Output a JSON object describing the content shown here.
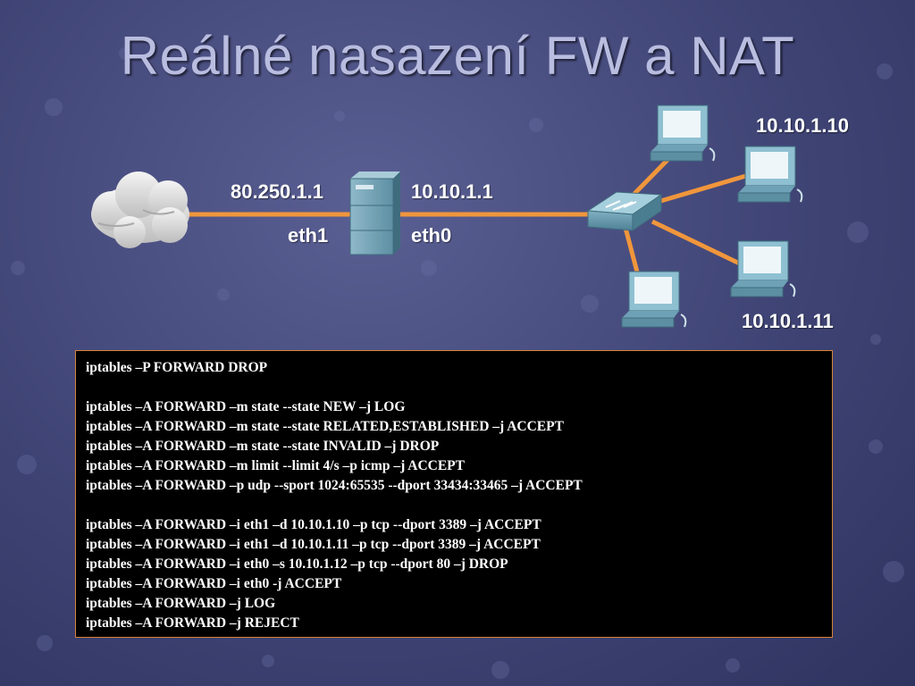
{
  "title": "Reálné nasazení FW a NAT",
  "diagram": {
    "cloud_icon": "internet-cloud-icon",
    "firewall_icon": "server-tower-icon",
    "switch_icon": "switch-icon",
    "pc_icon": "workstation-icon",
    "link_color": "#f0963c",
    "labels": {
      "outer_ip": "80.250.1.1",
      "outer_iface": "eth1",
      "inner_ip": "10.10.1.1",
      "inner_iface": "eth0",
      "pc1_ip": "10.10.1.10",
      "pc2_ip": "10.10.1.11"
    }
  },
  "rules": [
    "iptables –P FORWARD DROP",
    "",
    "iptables –A FORWARD –m state --state NEW –j LOG",
    "iptables –A FORWARD –m state --state RELATED,ESTABLISHED –j ACCEPT",
    "iptables –A FORWARD –m state --state INVALID –j DROP",
    "iptables –A FORWARD –m limit --limit 4/s –p icmp –j ACCEPT",
    "iptables –A FORWARD –p udp --sport 1024:65535 --dport 33434:33465 –j ACCEPT",
    "",
    "iptables –A FORWARD –i eth1 –d 10.10.1.10 –p tcp --dport 3389 –j ACCEPT",
    "iptables –A FORWARD –i eth1 –d 10.10.1.11 –p tcp --dport 3389 –j ACCEPT",
    "iptables –A FORWARD –i eth0 –s 10.10.1.12 –p tcp --dport 80 –j DROP",
    "iptables –A FORWARD –i eth0 -j ACCEPT",
    "iptables –A FORWARD –j LOG",
    "iptables –A FORWARD –j REJECT"
  ]
}
